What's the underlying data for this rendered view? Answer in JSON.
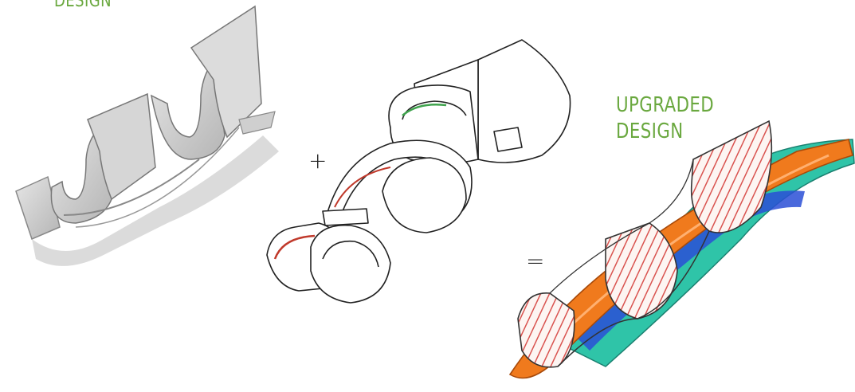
{
  "labels": {
    "top_left": "DESIGN",
    "upgraded_line1": "UPGRADED",
    "upgraded_line2": "DESIGN"
  },
  "operators": {
    "plus": "+",
    "equals": "="
  },
  "colors": {
    "label_green": "#6aa83f",
    "ink": "#222222",
    "grey_ribbon": "#c9c9c9",
    "orange": "#f07a1d",
    "teal": "#2fc4a8",
    "blue": "#2a4fd6",
    "stripe_red": "#d9534f"
  },
  "sketches": [
    {
      "name": "original-design-sketch",
      "style": "grey-marker"
    },
    {
      "name": "wireframe-sketch",
      "style": "line-drawing"
    },
    {
      "name": "upgraded-design-sketch",
      "style": "color-marker"
    }
  ]
}
